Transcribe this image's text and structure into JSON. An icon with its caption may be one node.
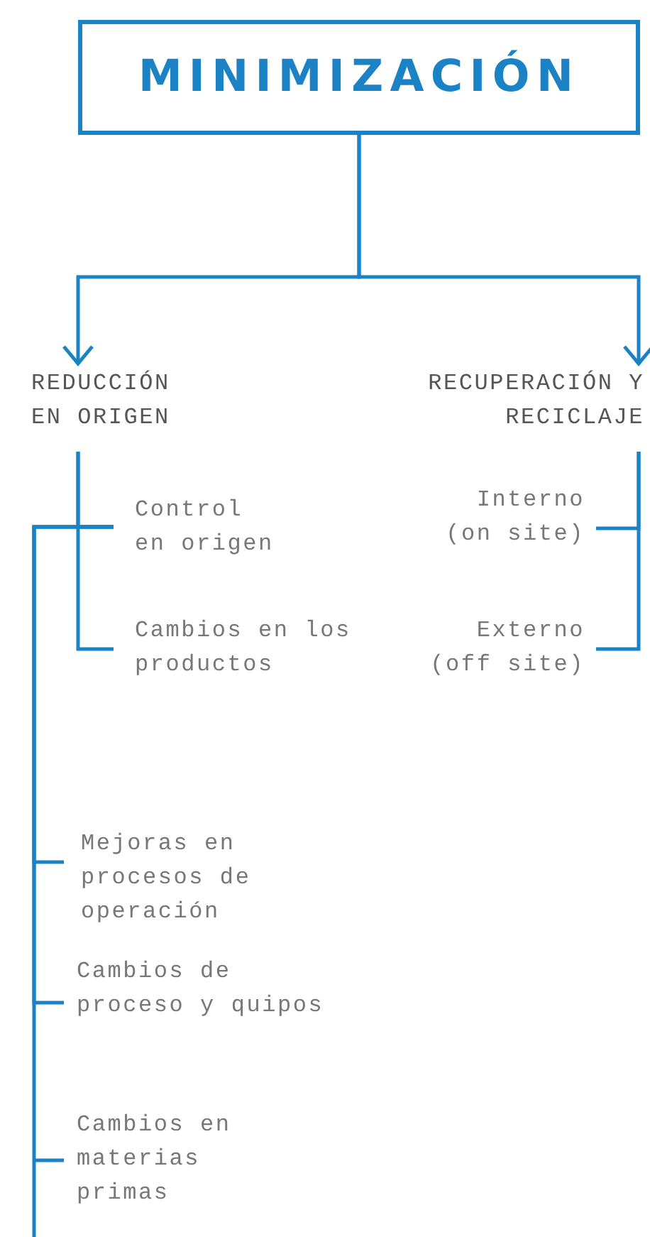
{
  "diagram": {
    "nodes": [
      {
        "text": [
          "MINIMIZACIÓN"
        ]
      },
      {
        "text": [
          "REDUCCIÓN EN ORIGEN"
        ]
      },
      {
        "text": [
          "RECUPERACIÓN Y RECICLAJE"
        ]
      },
      {
        "text": [
          "Control en origen"
        ]
      },
      {
        "text": [
          "Cambios en los productos"
        ]
      },
      {
        "text": [
          "Interno (on site)"
        ]
      },
      {
        "text": [
          "Externo (off site)"
        ]
      },
      {
        "text": [
          "Mejoras en procesos de operación"
        ]
      },
      {
        "text": [
          "Cambios de proceso y quipos"
        ]
      },
      {
        "text": [
          "Cambios en materias primas"
        ]
      }
    ],
    "edges": [
      {
        "from": 0,
        "to": 1,
        "arrow": "to"
      },
      {
        "from": 0,
        "to": 2,
        "arrow": "to"
      },
      {
        "from": 1,
        "to": 3,
        "arrow": "none"
      },
      {
        "from": 1,
        "to": 4,
        "arrow": "none"
      },
      {
        "from": 2,
        "to": 5,
        "arrow": "none"
      },
      {
        "from": 2,
        "to": 6,
        "arrow": "none"
      },
      {
        "from": 3,
        "to": 7,
        "arrow": "none"
      },
      {
        "from": 3,
        "to": 8,
        "arrow": "none"
      },
      {
        "from": 3,
        "to": 9,
        "arrow": "none"
      }
    ]
  }
}
